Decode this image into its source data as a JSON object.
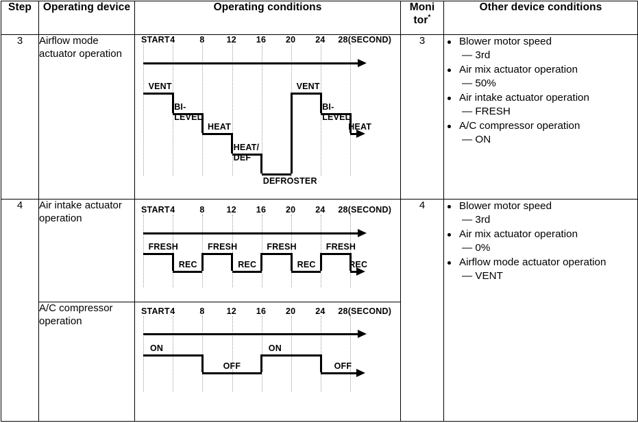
{
  "header": {
    "step": "Step",
    "device": "Operating device",
    "conditions": "Operating conditions",
    "monitor": "Moni tor",
    "monitor_line1": "Moni",
    "monitor_line2": "tor",
    "monitor_sup": "*",
    "other": "Other device conditions"
  },
  "rows": [
    {
      "step": "3",
      "device": "Airflow mode actuator operation",
      "monitor": "3",
      "other": [
        {
          "main": "Blower motor speed",
          "sub": "— 3rd"
        },
        {
          "main": "Air mix actuator operation",
          "sub": "— 50%"
        },
        {
          "main": "Air intake actuator operation",
          "sub": "— FRESH"
        },
        {
          "main": "A/C compressor operation",
          "sub": "— ON"
        }
      ]
    },
    {
      "step": "4",
      "device": "Air intake actuator operation",
      "device2": "A/C compressor operation",
      "monitor": "4",
      "other": [
        {
          "main": "Blower motor speed",
          "sub": "— 3rd"
        },
        {
          "main": "Air mix actuator operation",
          "sub": "— 0%"
        },
        {
          "main": "Airflow mode actuator operation",
          "sub": "— VENT"
        }
      ]
    }
  ],
  "chart_data": [
    {
      "type": "line",
      "name": "airflow-mode-actuator-timing",
      "title": "Airflow mode actuator operation",
      "xlabel": "(SECOND)",
      "x_start_label": "START",
      "ticks": [
        {
          "value": 4,
          "label": "4"
        },
        {
          "value": 8,
          "label": "8"
        },
        {
          "value": 12,
          "label": "12"
        },
        {
          "value": 16,
          "label": "16"
        },
        {
          "value": 20,
          "label": "20"
        },
        {
          "value": 24,
          "label": "24"
        },
        {
          "value": 28,
          "label": "28(SECOND)"
        }
      ],
      "xlim": [
        0,
        30
      ],
      "grid": true,
      "levels": [
        "VENT",
        "BI-LEVEL",
        "HEAT",
        "HEAT/DEF",
        "DEFROSTER"
      ],
      "steps": [
        {
          "label": "VENT",
          "from": 0,
          "to": 4,
          "level": 0
        },
        {
          "label": "BI-LEVEL",
          "from": 4,
          "to": 8,
          "level": 1
        },
        {
          "label": "HEAT",
          "from": 8,
          "to": 12,
          "level": 2
        },
        {
          "label": "HEAT/DEF",
          "from": 12,
          "to": 16,
          "level": 3
        },
        {
          "label": "DEFROSTER",
          "from": 16,
          "to": 20,
          "level": 4
        },
        {
          "label": "VENT",
          "from": 20,
          "to": 24,
          "level": 0
        },
        {
          "label": "BI-LEVEL",
          "from": 24,
          "to": 28,
          "level": 1
        },
        {
          "label": "HEAT",
          "from": 28,
          "to": 30,
          "level": 2
        }
      ]
    },
    {
      "type": "line",
      "name": "air-intake-actuator-timing",
      "title": "Air intake actuator operation",
      "xlabel": "(SECOND)",
      "x_start_label": "START",
      "ticks": [
        {
          "value": 4,
          "label": "4"
        },
        {
          "value": 8,
          "label": "8"
        },
        {
          "value": 12,
          "label": "12"
        },
        {
          "value": 16,
          "label": "16"
        },
        {
          "value": 20,
          "label": "20"
        },
        {
          "value": 24,
          "label": "24"
        },
        {
          "value": 28,
          "label": "28(SECOND)"
        }
      ],
      "xlim": [
        0,
        30
      ],
      "grid": true,
      "levels": [
        "FRESH",
        "REC"
      ],
      "steps": [
        {
          "label": "FRESH",
          "from": 0,
          "to": 4,
          "level": 0
        },
        {
          "label": "REC",
          "from": 4,
          "to": 8,
          "level": 1
        },
        {
          "label": "FRESH",
          "from": 8,
          "to": 12,
          "level": 0
        },
        {
          "label": "REC",
          "from": 12,
          "to": 16,
          "level": 1
        },
        {
          "label": "FRESH",
          "from": 16,
          "to": 20,
          "level": 0
        },
        {
          "label": "REC",
          "from": 20,
          "to": 24,
          "level": 1
        },
        {
          "label": "FRESH",
          "from": 24,
          "to": 28,
          "level": 0
        },
        {
          "label": "REC",
          "from": 28,
          "to": 30,
          "level": 1
        }
      ]
    },
    {
      "type": "line",
      "name": "ac-compressor-timing",
      "title": "A/C compressor operation",
      "xlabel": "(SECOND)",
      "x_start_label": "START",
      "ticks": [
        {
          "value": 4,
          "label": "4"
        },
        {
          "value": 8,
          "label": "8"
        },
        {
          "value": 12,
          "label": "12"
        },
        {
          "value": 16,
          "label": "16"
        },
        {
          "value": 20,
          "label": "20"
        },
        {
          "value": 24,
          "label": "24"
        },
        {
          "value": 28,
          "label": "28(SECOND)"
        }
      ],
      "xlim": [
        0,
        30
      ],
      "grid": true,
      "levels": [
        "ON",
        "OFF"
      ],
      "steps": [
        {
          "label": "ON",
          "from": 0,
          "to": 8,
          "level": 0
        },
        {
          "label": "OFF",
          "from": 8,
          "to": 16,
          "level": 1
        },
        {
          "label": "ON",
          "from": 16,
          "to": 24,
          "level": 0
        },
        {
          "label": "OFF",
          "from": 24,
          "to": 30,
          "level": 1
        }
      ]
    }
  ]
}
